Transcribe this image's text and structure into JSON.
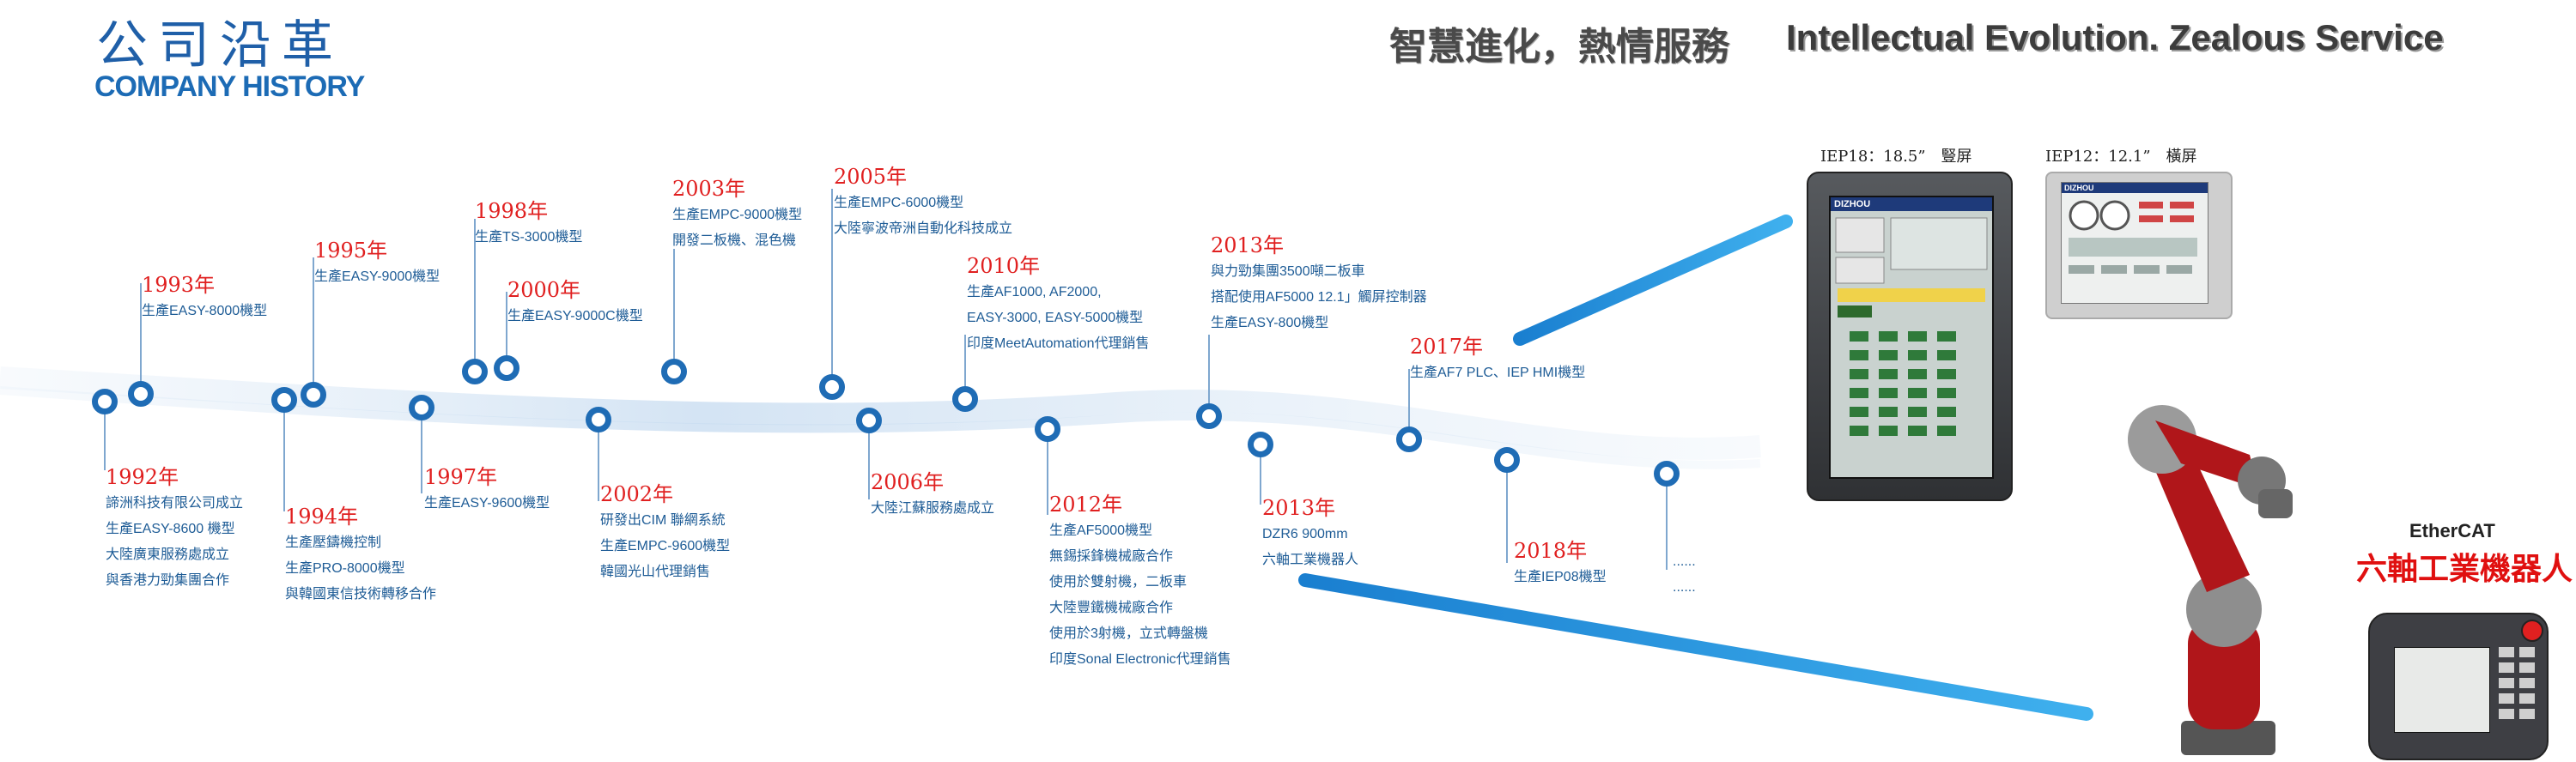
{
  "header": {
    "title_cn": "公司沿革",
    "title_en": "COMPANY HISTORY",
    "slogan_cn": "智慧進化，熱情服務",
    "slogan_en": "Intellectual Evolution. Zealous Service"
  },
  "events": [
    {
      "year": "1992年",
      "lines": [
        "諦洲科技有限公司成立",
        "生產EASY-8600 機型",
        "大陸廣東服務處成立",
        "與香港力勁集團合作"
      ]
    },
    {
      "year": "1993年",
      "lines": [
        "生產EASY-8000機型"
      ]
    },
    {
      "year": "1994年",
      "lines": [
        "生產壓鑄機控制",
        "生產PRO-8000機型",
        "與韓國東信技術轉移合作"
      ]
    },
    {
      "year": "1995年",
      "lines": [
        "生產EASY-9000機型"
      ]
    },
    {
      "year": "1997年",
      "lines": [
        "生產EASY-9600機型"
      ]
    },
    {
      "year": "1998年",
      "lines": [
        "生產TS-3000機型"
      ]
    },
    {
      "year": "2000年",
      "lines": [
        "生產EASY-9000C機型"
      ]
    },
    {
      "year": "2002年",
      "lines": [
        "研發出CIM 聯網系統",
        "生產EMPC-9600機型",
        "韓國光山代理銷售"
      ]
    },
    {
      "year": "2003年",
      "lines": [
        "生產EMPC-9000機型",
        "開發二板機、混色機"
      ]
    },
    {
      "year": "2005年",
      "lines": [
        "生產EMPC-6000機型",
        "大陸寧波帝洲自動化科技成立"
      ]
    },
    {
      "year": "2006年",
      "lines": [
        "大陸江蘇服務處成立"
      ]
    },
    {
      "year": "2010年",
      "lines": [
        "生產AF1000, AF2000,",
        "EASY-3000, EASY-5000機型",
        "印度MeetAutomation代理銷售"
      ]
    },
    {
      "year": "2012年",
      "lines": [
        "生產AF5000機型",
        "無錫採鋒機械廠合作",
        "使用於雙射機，二板車",
        "大陸豐鐵機械廠合作",
        "使用於3射機，立式轉盤機",
        "印度Sonal Electronic代理銷售"
      ]
    },
    {
      "year": "2013年",
      "lines": [
        "與力勁集團3500噸二板車",
        "搭配使用AF5000 12.1」觸屏控制器",
        "生產EASY-800機型"
      ]
    },
    {
      "year": "2013年",
      "lines": [
        "DZR6 900mm",
        "六軸工業機器人"
      ]
    },
    {
      "year": "2017年",
      "lines": [
        "生產AF7 PLC、IEP HMI機型"
      ]
    },
    {
      "year": "2018年",
      "lines": [
        "生產IEP08機型"
      ]
    },
    {
      "year": "",
      "lines": [
        "......",
        "......"
      ]
    }
  ],
  "products": {
    "iep18_caption": "IEP18：18.5”　豎屏",
    "iep12_caption": "IEP12：12.1”　橫屏",
    "screen_brand": "DIZHOU",
    "ethercat": "EtherCAT",
    "robot_label": "六軸工業機器人"
  },
  "colors": {
    "accent_blue": "#1f6cb5",
    "year_red": "#e02020",
    "text_blue": "#1e5c96",
    "arrow_cyan": "#2e9be0",
    "robot_red": "#b0161a"
  }
}
